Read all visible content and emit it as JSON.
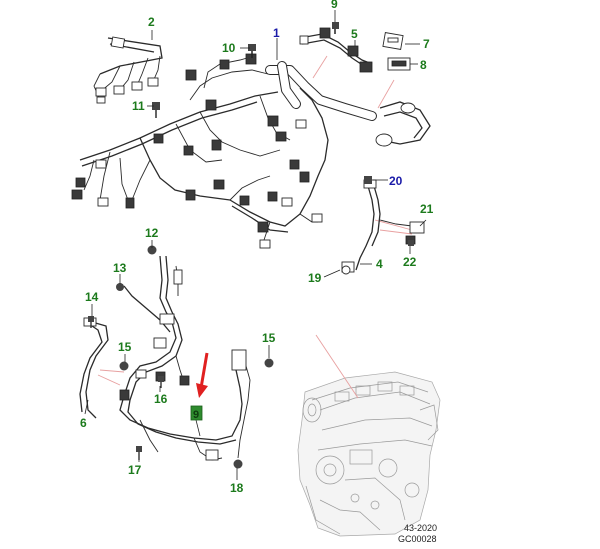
{
  "callouts": {
    "c1": "1",
    "c2": "2",
    "c4": "4",
    "c5": "5",
    "c6": "6",
    "c7": "7",
    "c8": "8",
    "c9_top": "9",
    "c9_box": "9",
    "c10": "10",
    "c11": "11",
    "c12": "12",
    "c13": "13",
    "c14": "14",
    "c15_left": "15",
    "c15_right": "15",
    "c16": "16",
    "c17": "17",
    "c18": "18",
    "c19": "19",
    "c20": "20",
    "c21": "21",
    "c22": "22"
  },
  "footer": {
    "date_code": "43-2020",
    "figure_code": "GC00028"
  },
  "colors": {
    "callout_green": "#1c7a1c",
    "callout_blue": "#1a1aa8",
    "highlight_box": "#2e8b2e",
    "arrow_red": "#e02020",
    "leader_pink": "#e8a0a0"
  }
}
